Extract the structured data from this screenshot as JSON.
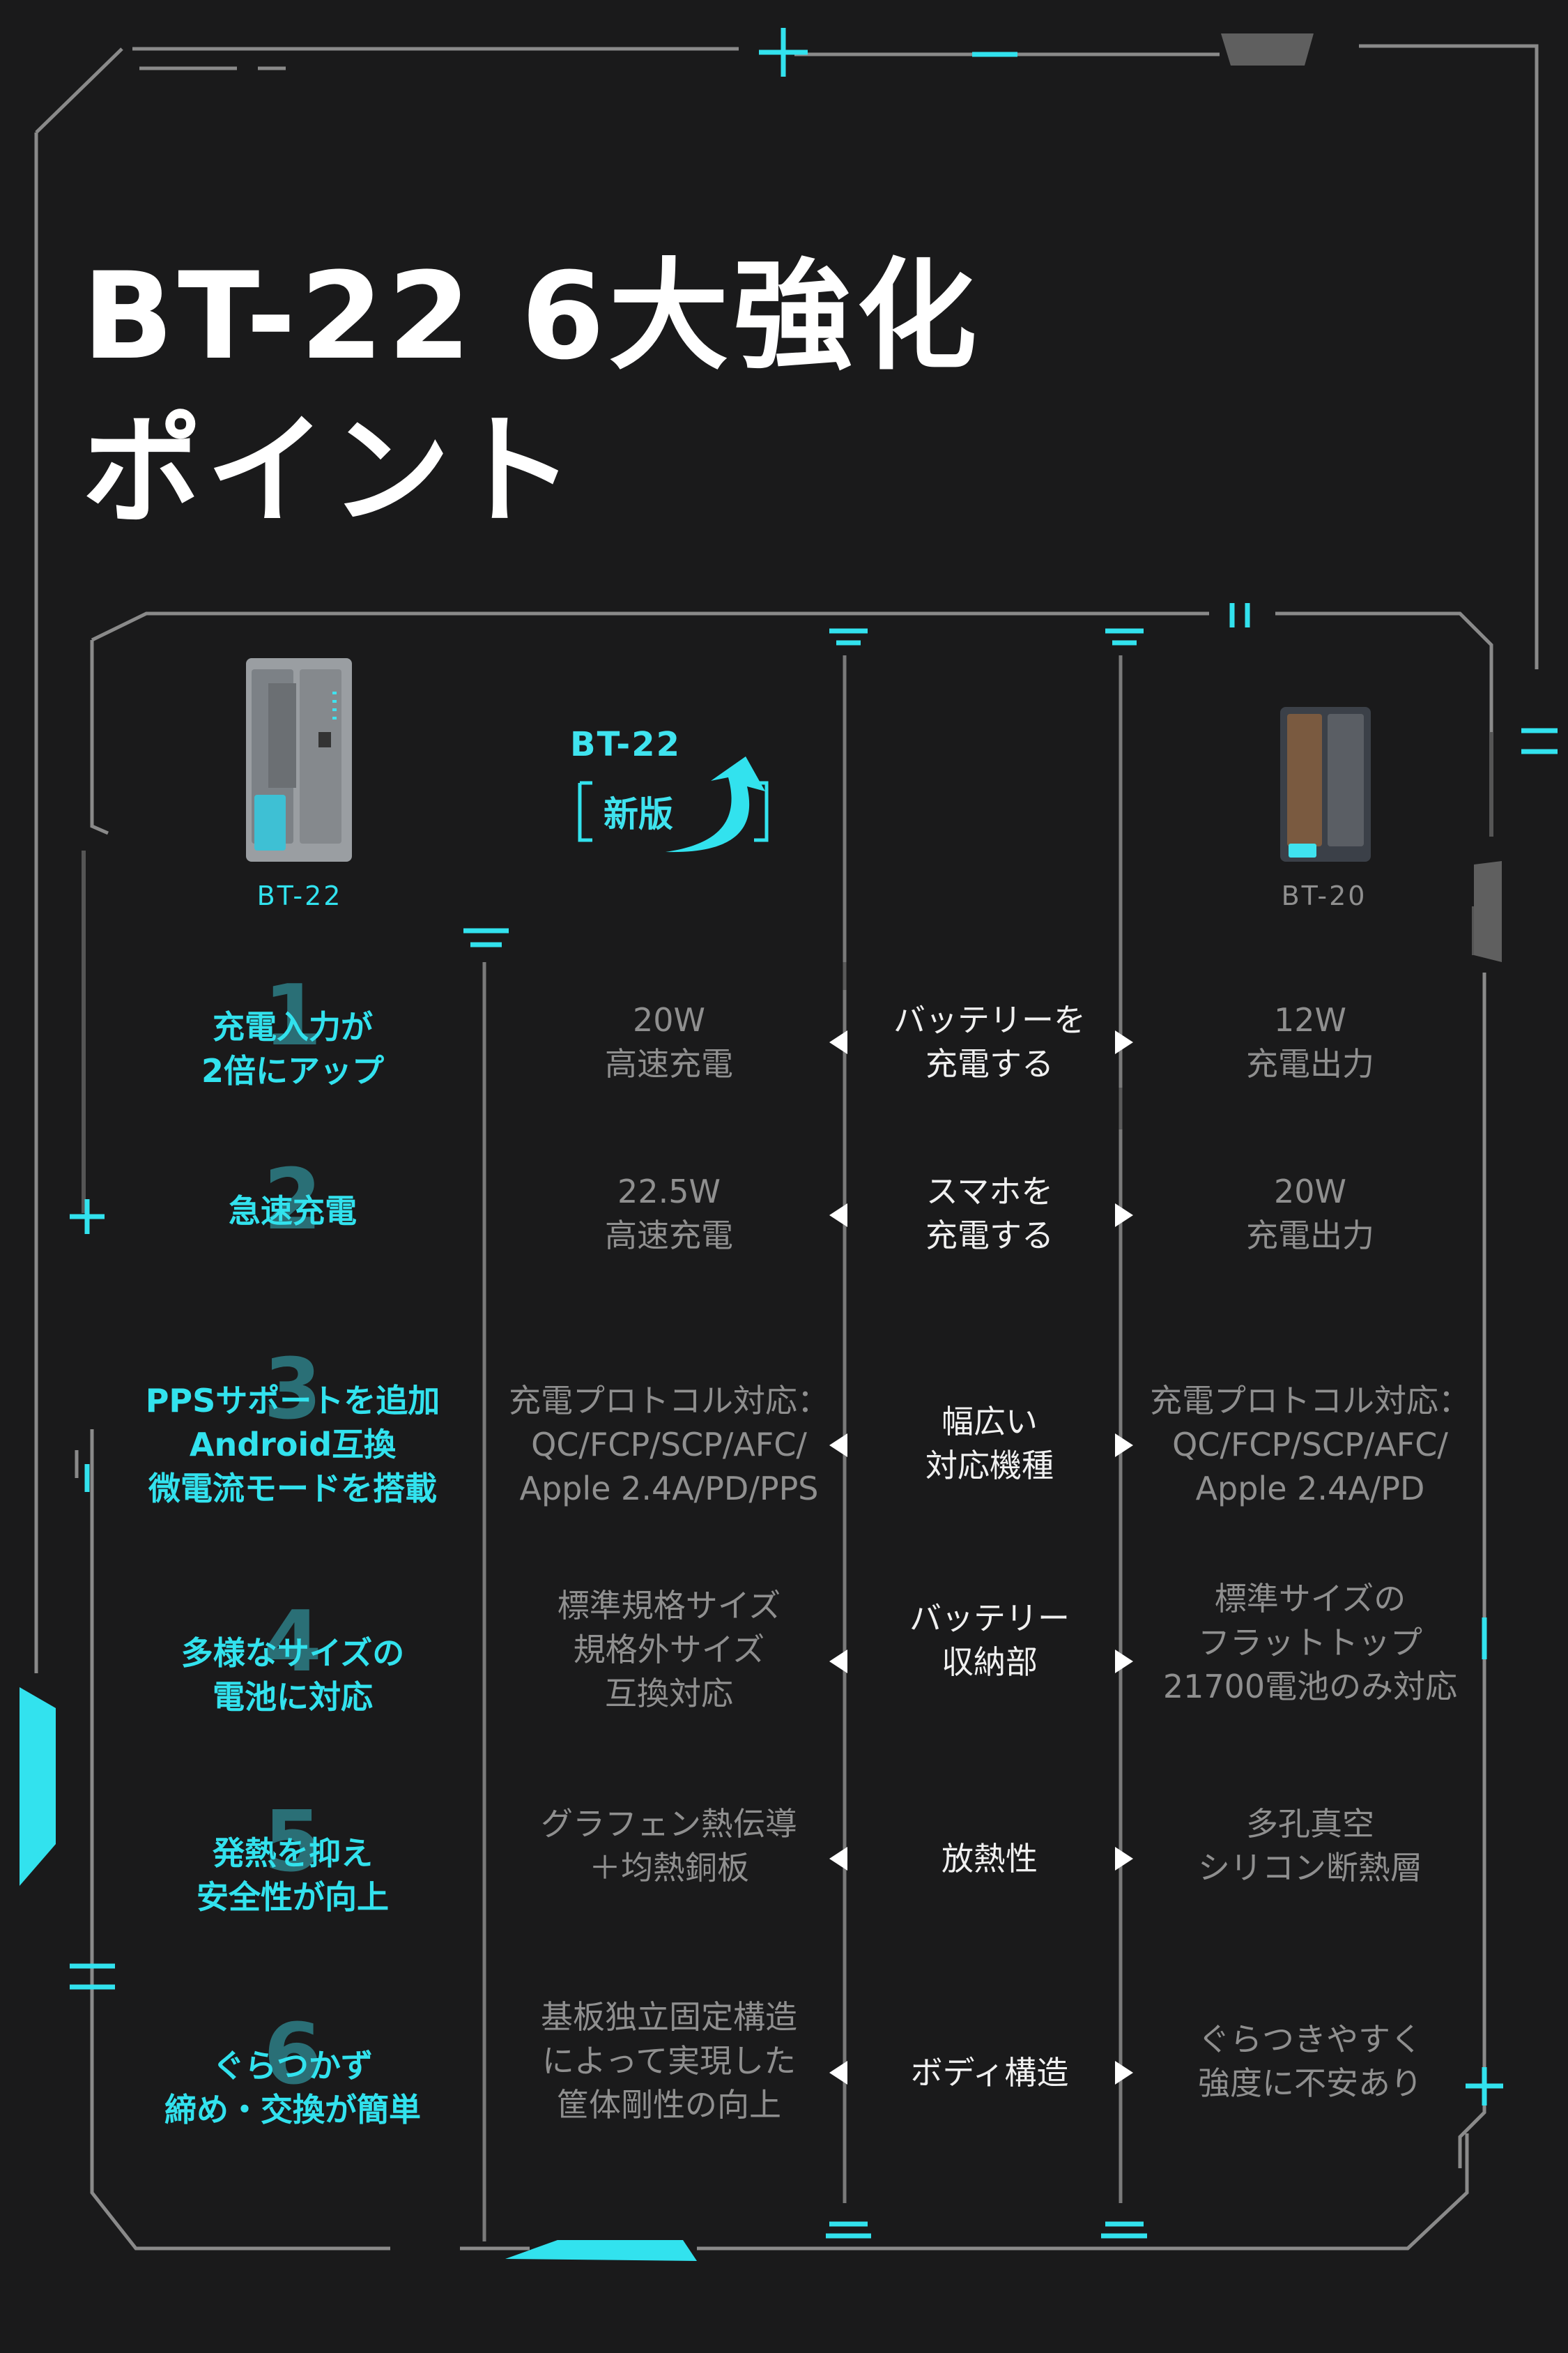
{
  "title": {
    "line1": "BT-22 6大強化",
    "line2": "ポイント"
  },
  "products": {
    "new": {
      "label": "BT-22",
      "badge_model": "BT-22",
      "badge_text": "新版"
    },
    "old": {
      "label": "BT-20"
    }
  },
  "rows": [
    {
      "num": "1",
      "feature": "充電入力が\n2倍にアップ",
      "new": "20W\n高速充電",
      "category": "バッテリーを\n充電する",
      "old": "12W\n充電出力"
    },
    {
      "num": "2",
      "feature": "急速充電",
      "new": "22.5W\n高速充電",
      "category": "スマホを\n充電する",
      "old": "20W\n充電出力"
    },
    {
      "num": "3",
      "feature": "PPSサポートを追加\nAndroid互換\n微電流モードを搭載",
      "new": "充電プロトコル対応：\nQC/FCP/SCP/AFC/\nApple 2.4A/PD/PPS",
      "category": "幅広い\n対応機種",
      "old": "充電プロトコル対応：\nQC/FCP/SCP/AFC/\nApple 2.4A/PD"
    },
    {
      "num": "4",
      "feature": "多様なサイズの\n電池に対応",
      "new": "標準規格サイズ\n規格外サイズ\n互換対応",
      "category": "バッテリー\n収納部",
      "old": "標準サイズの\nフラットトップ\n21700電池のみ対応"
    },
    {
      "num": "5",
      "feature": "発熱を抑え\n安全性が向上",
      "new": "グラフェン熱伝導\n＋均熱銅板",
      "category": "放熱性",
      "old": "多孔真空\nシリコン断熱層"
    },
    {
      "num": "6",
      "feature": "ぐらつかず\n締め・交換が簡単",
      "new": "基板独立固定構造\nによって実現した\n筐体剛性の向上",
      "category": "ボディ構造",
      "old": "ぐらつきやすく\n強度に不安あり"
    }
  ],
  "colors": {
    "accent": "#32e2ee",
    "background": "#1a1a1b",
    "frame": "#8a8a8a",
    "muted": "#8f8f8f"
  }
}
